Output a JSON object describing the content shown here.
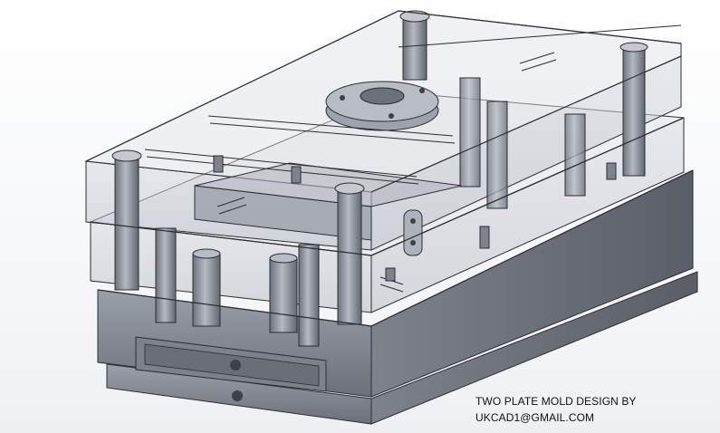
{
  "viewport": {
    "background": "#ffffff",
    "model_name": "two-plate-mold-assembly"
  },
  "caption": {
    "line1": "TWO PLATE MOLD DESIGN BY",
    "line2": "UKCAD1@GMAIL.COM"
  },
  "colors": {
    "solid_steel": "#8a8f99",
    "solid_steel_dark": "#5f636b",
    "transparent_plate": "#c9ced6",
    "edge": "#2a2d33"
  }
}
